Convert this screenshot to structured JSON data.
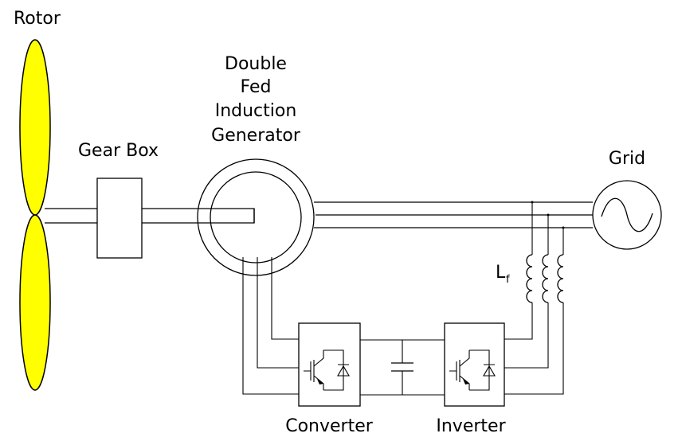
{
  "labels": {
    "rotor": "Rotor",
    "gear_box": "Gear Box",
    "generator_line1": "Double",
    "generator_line2": "Fed",
    "generator_line3": "Induction",
    "generator_line4": "Generator",
    "grid": "Grid",
    "filter_inductor": "L",
    "filter_inductor_sub": "f",
    "converter": "Converter",
    "inverter": "Inverter"
  },
  "colors": {
    "blade_fill": "#ffff00",
    "line": "#000000",
    "background": "#ffffff"
  },
  "icons": {
    "grid_source": "ac-sine-source-icon",
    "switch": "igbt-with-diode-icon",
    "capacitor": "capacitor-icon",
    "inductor": "inductor-coil-icon"
  }
}
